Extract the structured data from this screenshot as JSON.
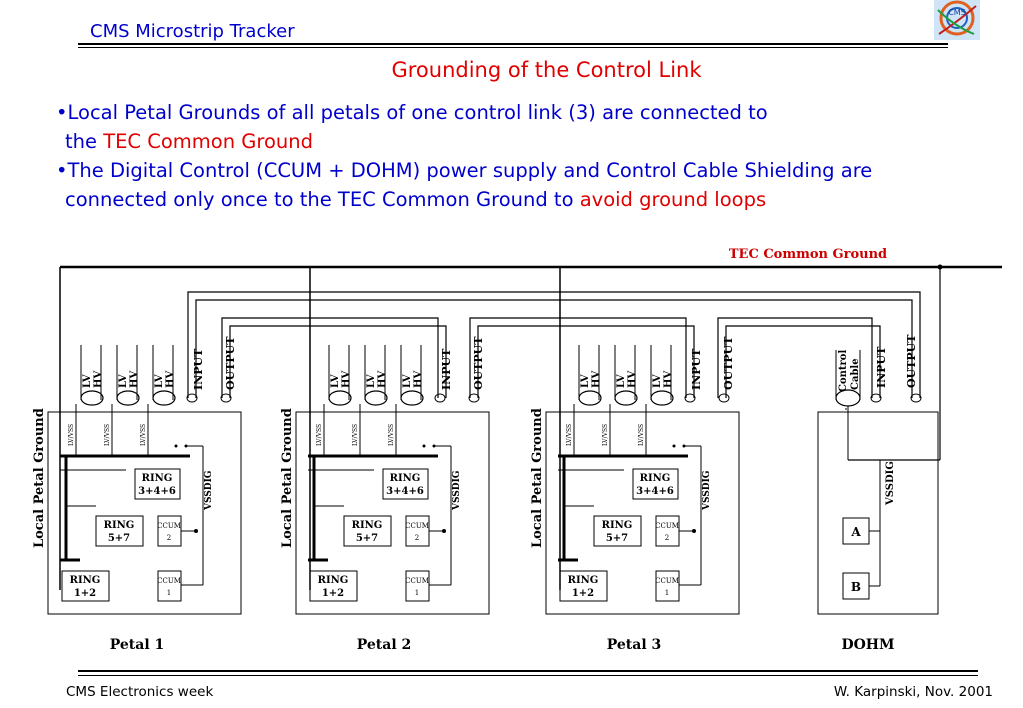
{
  "header": {
    "title": "CMS Microstrip Tracker",
    "logo_text": "CMS"
  },
  "slide": {
    "title": "Grounding of the Control Link"
  },
  "bullets": [
    {
      "line1": "•Local Petal Grounds of all petals of one control link (3) are connected to",
      "line2_prefix": "the ",
      "line2_highlight": "TEC Common Ground"
    },
    {
      "line1": "•The Digital Control (CCUM + DOHM) power supply and  Control Cable Shielding are",
      "line2_prefix": "connected only once  to the TEC Common  Ground to ",
      "line2_highlight": "avoid ground loops"
    }
  ],
  "diagram": {
    "ground_label": "TEC Common Ground",
    "local_ground_label": "Local Petal Ground",
    "cable_labels": {
      "lv": "LV",
      "hv": "HV",
      "input": "INPUT",
      "output": "OUTPUT",
      "control_cable": [
        "Control",
        "Cable"
      ]
    },
    "vss_labels": [
      "LV/VSS",
      "LV/VSS",
      "LV/VSS"
    ],
    "vssdig_label": "VSSDIG",
    "rings": {
      "r346": [
        "RING",
        "3+4+6"
      ],
      "r57": [
        "RING",
        "5+7"
      ],
      "r12": [
        "RING",
        "1+2"
      ]
    },
    "ccum": {
      "c2": [
        "CCUM",
        "2"
      ],
      "c1": [
        "CCUM",
        "1"
      ]
    },
    "dohm_boxes": [
      "A",
      "B"
    ],
    "petal_names": [
      "Petal 1",
      "Petal 2",
      "Petal 3",
      "DOHM"
    ]
  },
  "footer": {
    "left": "CMS Electronics week",
    "right": "W. Karpinski, Nov. 2001"
  },
  "colors": {
    "title_red": "#e00000",
    "text_blue": "#0000cc"
  }
}
